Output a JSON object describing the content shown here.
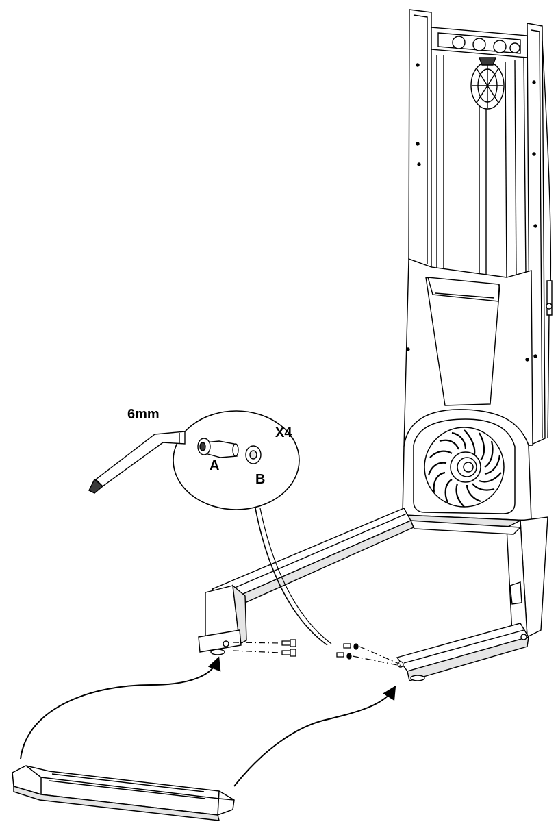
{
  "callout": {
    "tool_size": "6mm",
    "quantity": "X4",
    "part_a": "A",
    "part_b": "B"
  },
  "colors": {
    "line": "#000000",
    "fill": "#ffffff",
    "shade": "#e6e6e6",
    "dark": "#3a3a3a"
  }
}
